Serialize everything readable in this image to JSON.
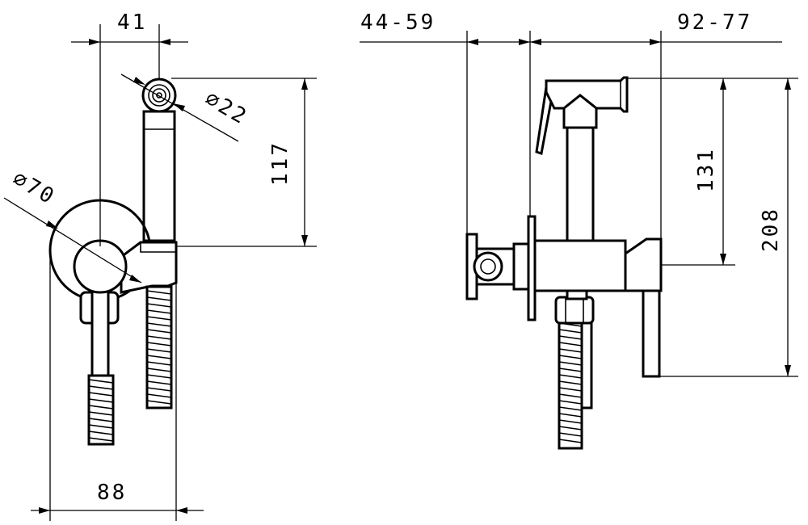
{
  "drawing": {
    "front_view": {
      "dim_width_top": "41",
      "dim_head_diameter": "⌀22",
      "dim_height": "117",
      "dim_plate_diameter": "⌀70",
      "dim_width_bottom": "88"
    },
    "side_view": {
      "dim_projection_left": "44-59",
      "dim_projection_right": "92-77",
      "dim_handle_height": "131",
      "dim_total_height": "208"
    }
  }
}
